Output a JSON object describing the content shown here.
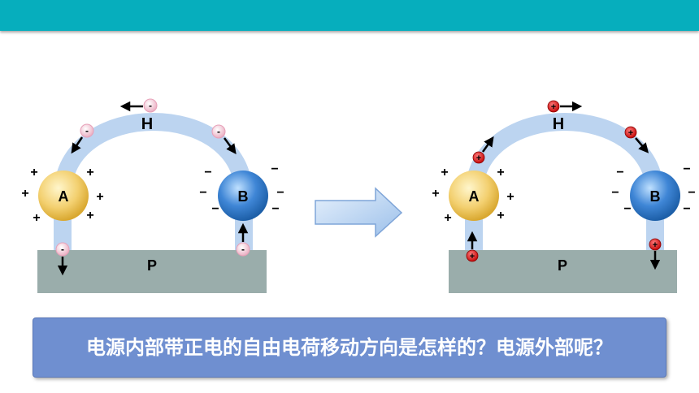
{
  "header": {
    "color": "#06aebd"
  },
  "left_diagram": {
    "node_a": "A",
    "node_b": "B",
    "wire_label": "H",
    "plate_label": "P",
    "a_signs": "+",
    "b_signs": "−",
    "charge_sign": "-"
  },
  "right_diagram": {
    "node_a": "A",
    "node_b": "B",
    "wire_label": "H",
    "plate_label": "P",
    "a_signs": "+",
    "b_signs": "−",
    "charge_sign": "+"
  },
  "question_text": "电源内部带正电的自由电荷移动方向是怎样的？电源外部呢？",
  "colors": {
    "wire": "#bcd4f0",
    "plate": "#9aadab",
    "ball_a": "#f3d070",
    "ball_b": "#3f86d6",
    "negative_charge": "#f3c6d4",
    "positive_charge": "#e01010",
    "question_bg": "#6f8fd0"
  },
  "icons": {
    "transition": "arrow-right-icon"
  }
}
